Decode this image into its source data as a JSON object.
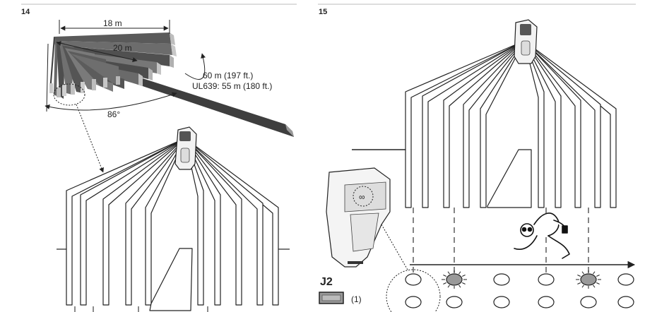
{
  "figures": [
    {
      "number": "14",
      "labels": {
        "width": "18 m",
        "depth": "20 m",
        "range_line1": "60 m (197 ft.)",
        "range_line2": "UL639: 55 m (180 ft.)",
        "angle": "86°"
      }
    },
    {
      "number": "15",
      "jumper": {
        "name": "J2",
        "note": "(1)"
      }
    }
  ],
  "colors": {
    "ink": "#222222",
    "beam_dark": "#4a4a4a",
    "beam_mid": "#7a7a7a",
    "beam_light": "#b8b8b8",
    "led_lit": "#9a9a9a"
  }
}
